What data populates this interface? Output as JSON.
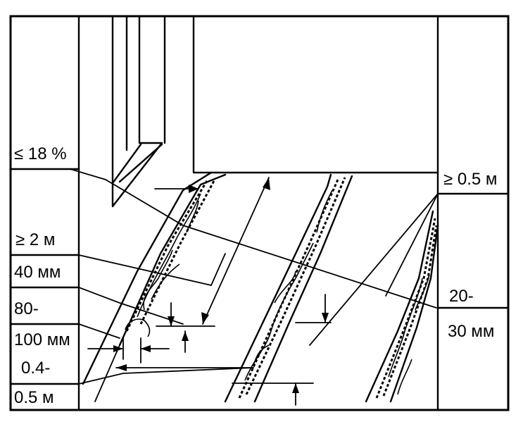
{
  "labels": {
    "slope": "≤ 18 %",
    "depth": "≥ 2 м",
    "width_top": "40 мм",
    "width_mid_a": "80-",
    "width_mid_b": "100 мм",
    "spacing_a": "0.4-",
    "spacing_b": "0.5 м",
    "overhang": "≥ 0.5 м",
    "gap_a": "20-",
    "gap_b": "30 мм"
  },
  "colors": {
    "ink": "#000000",
    "paper": "#ffffff"
  }
}
